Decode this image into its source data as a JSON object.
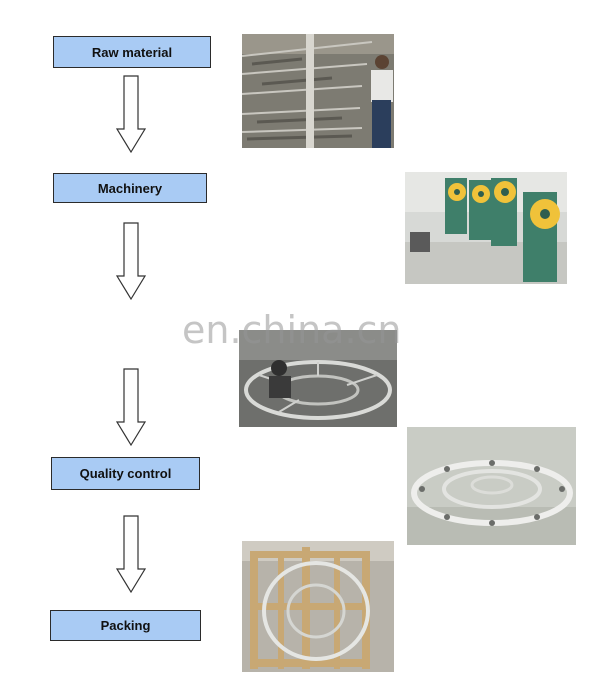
{
  "steps": [
    {
      "label": "Raw material"
    },
    {
      "label": "Machinery"
    },
    {
      "label": "Quality control"
    },
    {
      "label": "Packing"
    }
  ],
  "watermark": "en.china.cn",
  "colors": {
    "step_fill": "#a9cbf4",
    "step_border": "#2b2b2b",
    "watermark": "#969696"
  }
}
